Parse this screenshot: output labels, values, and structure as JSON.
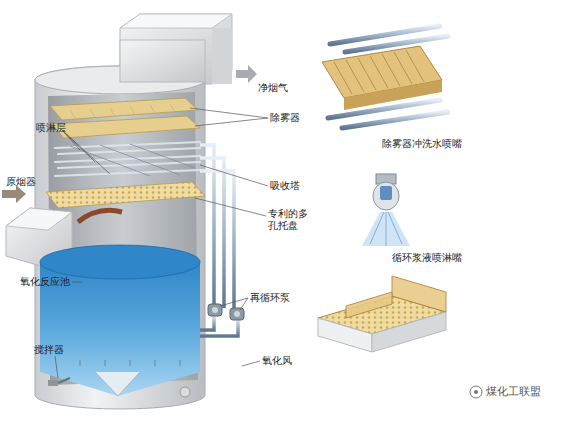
{
  "diagram": {
    "labels": [
      "喷淋层",
      "原烟器",
      "氧化反应池",
      "搅拌器",
      "净烟气",
      "除雾器",
      "吸收塔",
      "专利的多 孔托盘",
      "再循环泵",
      "氧化风",
      "除雾器冲洗水喷嘴",
      "循环浆液喷淋嘴",
      "煤化工联盟"
    ]
  }
}
